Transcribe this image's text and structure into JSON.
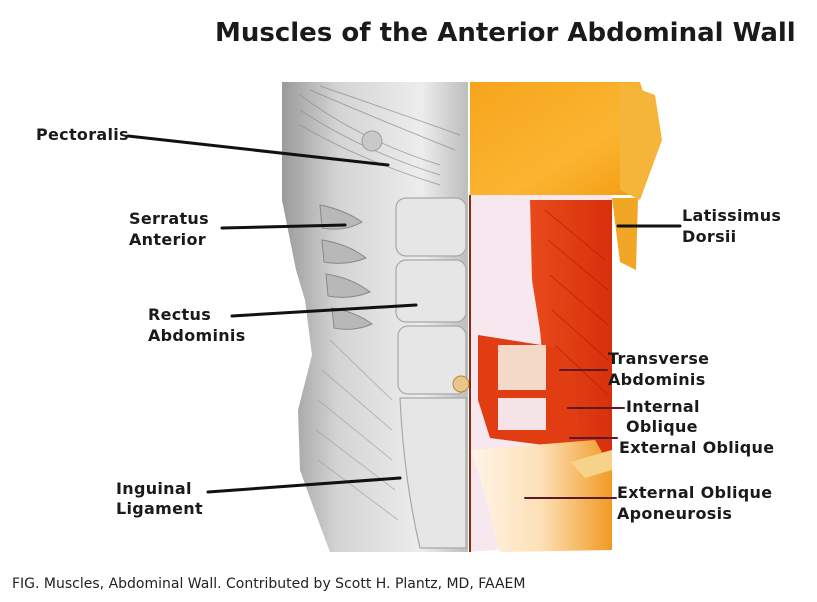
{
  "title": "Muscles of the Anterior Abdominal Wall",
  "caption": "FIG. Muscles, Abdominal Wall. Contributed by Scott H. Plantz, MD, FAAEM",
  "labels": {
    "pectoralis": "Pectoralis",
    "serratus_1": "Serratus",
    "serratus_2": "Anterior",
    "rectus_1": "Rectus",
    "rectus_2": "Abdominis",
    "inguinal_1": "Inguinal",
    "inguinal_2": "Ligament",
    "latissimus_1": "Latissimus",
    "latissimus_2": "Dorsii",
    "transverse_1": "Transverse",
    "transverse_2": "Abdominis",
    "internal_1": "Internal",
    "internal_2": "Oblique",
    "external_oblique": "External Oblique",
    "aponeurosis_1": "External Oblique",
    "aponeurosis_2": "Aponeurosis"
  },
  "colors": {
    "skin_gray": "#d8d8d8",
    "muscle_orange": "#f7a11a",
    "muscle_red": "#e03a10",
    "fascia": "#f6e6ee",
    "leader": "#111111",
    "leader_right": "#5a1a2a"
  }
}
